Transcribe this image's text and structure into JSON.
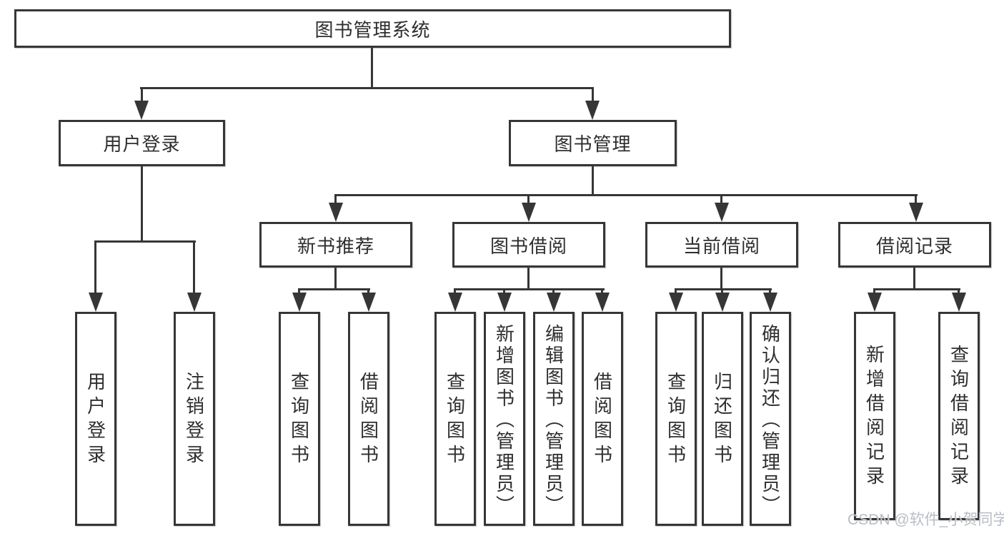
{
  "diagram": {
    "type": "tree",
    "watermark": "CSDN @软件_小贺同学",
    "colors": {
      "line": "#363636",
      "box_border": "#363636",
      "box_fill": "#ffffff",
      "text": "#2e2e2e",
      "watermark": "#b9bdc4",
      "background": "#ffffff"
    },
    "tree": {
      "root": {
        "label": "图书管理系统",
        "children": [
          {
            "label": "用户登录",
            "children": [
              {
                "label": "用户登录"
              },
              {
                "label": "注销登录"
              }
            ]
          },
          {
            "label": "图书管理",
            "children": [
              {
                "label": "新书推荐",
                "children": [
                  {
                    "label": "查询图书"
                  },
                  {
                    "label": "借阅图书"
                  }
                ]
              },
              {
                "label": "图书借阅",
                "children": [
                  {
                    "label": "查询图书"
                  },
                  {
                    "label": "新增图书（管理员）"
                  },
                  {
                    "label": "编辑图书（管理员）"
                  },
                  {
                    "label": "借阅图书"
                  }
                ]
              },
              {
                "label": "当前借阅",
                "children": [
                  {
                    "label": "查询图书"
                  },
                  {
                    "label": "归还图书"
                  },
                  {
                    "label": "确认归还（管理员）"
                  }
                ]
              },
              {
                "label": "借阅记录",
                "children": [
                  {
                    "label": "新增借阅记录"
                  },
                  {
                    "label": "查询借阅记录"
                  }
                ]
              }
            ]
          }
        ]
      }
    }
  }
}
